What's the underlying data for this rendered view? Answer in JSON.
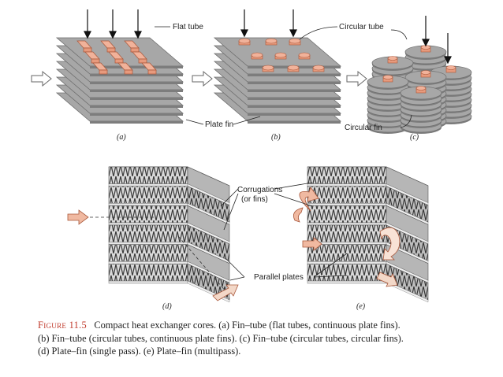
{
  "labels": {
    "flat_tube": "Flat tube",
    "circular_tube": "Circular tube",
    "plate_fin": "Plate fin",
    "circular_fin": "Circular fin",
    "corrugations_1": "Corrugations",
    "corrugations_2": "(or fins)",
    "parallel_plates": "Parallel plates"
  },
  "sublabels": {
    "a": "(a)",
    "b": "(b)",
    "c": "(c)",
    "d": "(d)",
    "e": "(e)"
  },
  "caption": {
    "figure_tag": "Figure 11.5",
    "lines": [
      "Compact heat exchanger cores. (a) Fin–tube (flat tubes, continuous plate fins).",
      "(b) Fin–tube (circular tubes, continuous plate fins). (c) Fin–tube (circular tubes, circular fins).",
      "(d) Plate–fin (single pass). (e) Plate–fin (multipass)."
    ]
  },
  "colors": {
    "plate": "#a7a7a7",
    "plate_edge": "#6e6e6e",
    "tube": "#e79a7d",
    "tube_edge": "#a9573a",
    "fin_dark": "#5a5a5a",
    "arrow_fill": "#f0b9a1",
    "caption_tag": "#c0392b"
  },
  "icons": [
    "arrow-down-icon",
    "flow-arrow-icon",
    "curved-arrow-icon"
  ]
}
